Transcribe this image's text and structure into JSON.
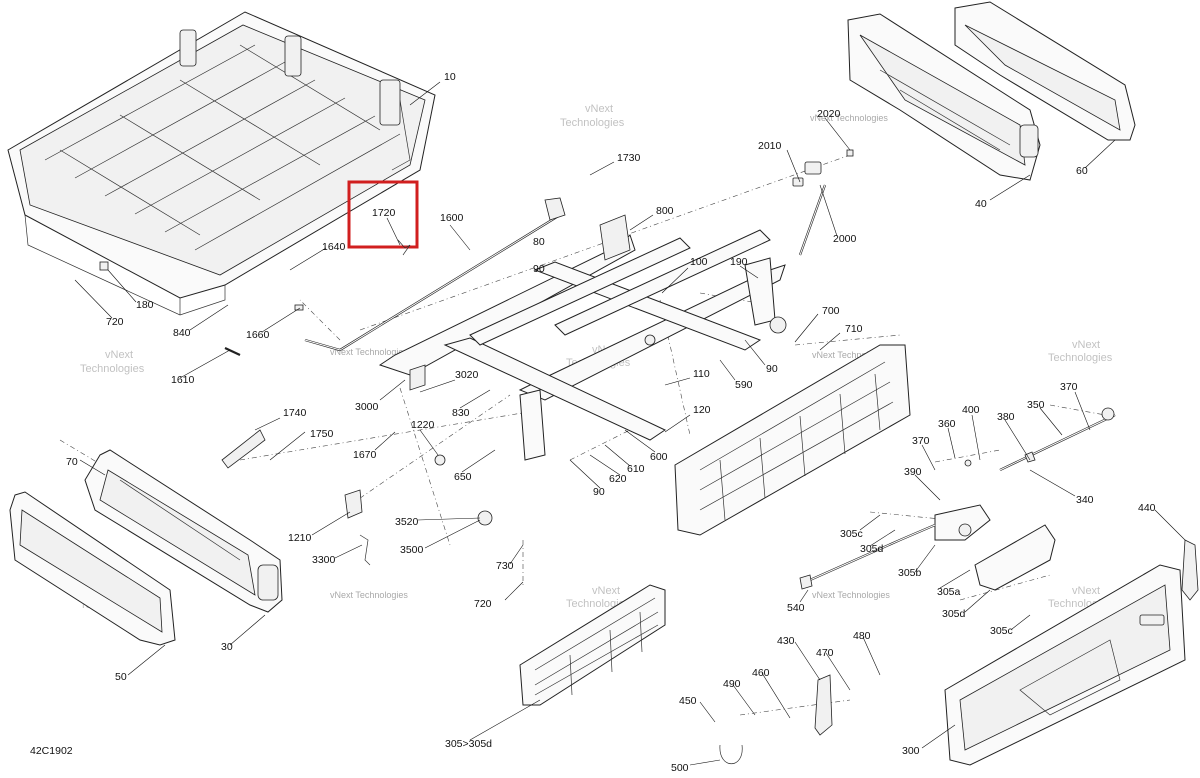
{
  "diagram_code": "42C1902",
  "watermark": {
    "line1": "vNext",
    "line2": "Technologies",
    "small": "vNext Technologies"
  },
  "callouts": {
    "c10": "10",
    "c1720": "1720",
    "c1600": "1600",
    "c1730": "1730",
    "c800": "800",
    "c80": "80",
    "c90a": "90",
    "c1640": "1640",
    "c180": "180",
    "c720a": "720",
    "c840": "840",
    "c1660": "1660",
    "c1610": "1610",
    "c2010": "2010",
    "c2020": "2020",
    "c2000": "2000",
    "c40": "40",
    "c60": "60",
    "c100": "100",
    "c190": "190",
    "c700": "700",
    "c710": "710",
    "c90b": "90",
    "c590": "590",
    "c3020": "3020",
    "c830": "830",
    "c3000": "3000",
    "c110": "110",
    "c120": "120",
    "c1740": "1740",
    "c1750": "1750",
    "c1220": "1220",
    "c1670": "1670",
    "c650": "650",
    "c600": "600",
    "c610": "610",
    "c620": "620",
    "c90c": "90",
    "c370a": "370",
    "c350": "350",
    "c400": "400",
    "c360": "360",
    "c380": "380",
    "c370b": "370",
    "c390": "390",
    "c340": "340",
    "c70": "70",
    "c1210": "1210",
    "c3520": "3520",
    "c3300": "3300",
    "c3500": "3500",
    "c730": "730",
    "c720b": "720",
    "c305c": "305c",
    "c305d": "305d",
    "c305b": "305b",
    "c305a": "305a",
    "c305d2": "305d",
    "c305c2": "305c",
    "c440": "440",
    "c540": "540",
    "c30": "30",
    "c50": "50",
    "c305r": "305>305d",
    "c430": "430",
    "c480": "480",
    "c470": "470",
    "c460": "460",
    "c490": "490",
    "c450": "450",
    "c500": "500",
    "c300": "300"
  },
  "highlight": {
    "label": "1720",
    "color": "#d11f1f"
  }
}
